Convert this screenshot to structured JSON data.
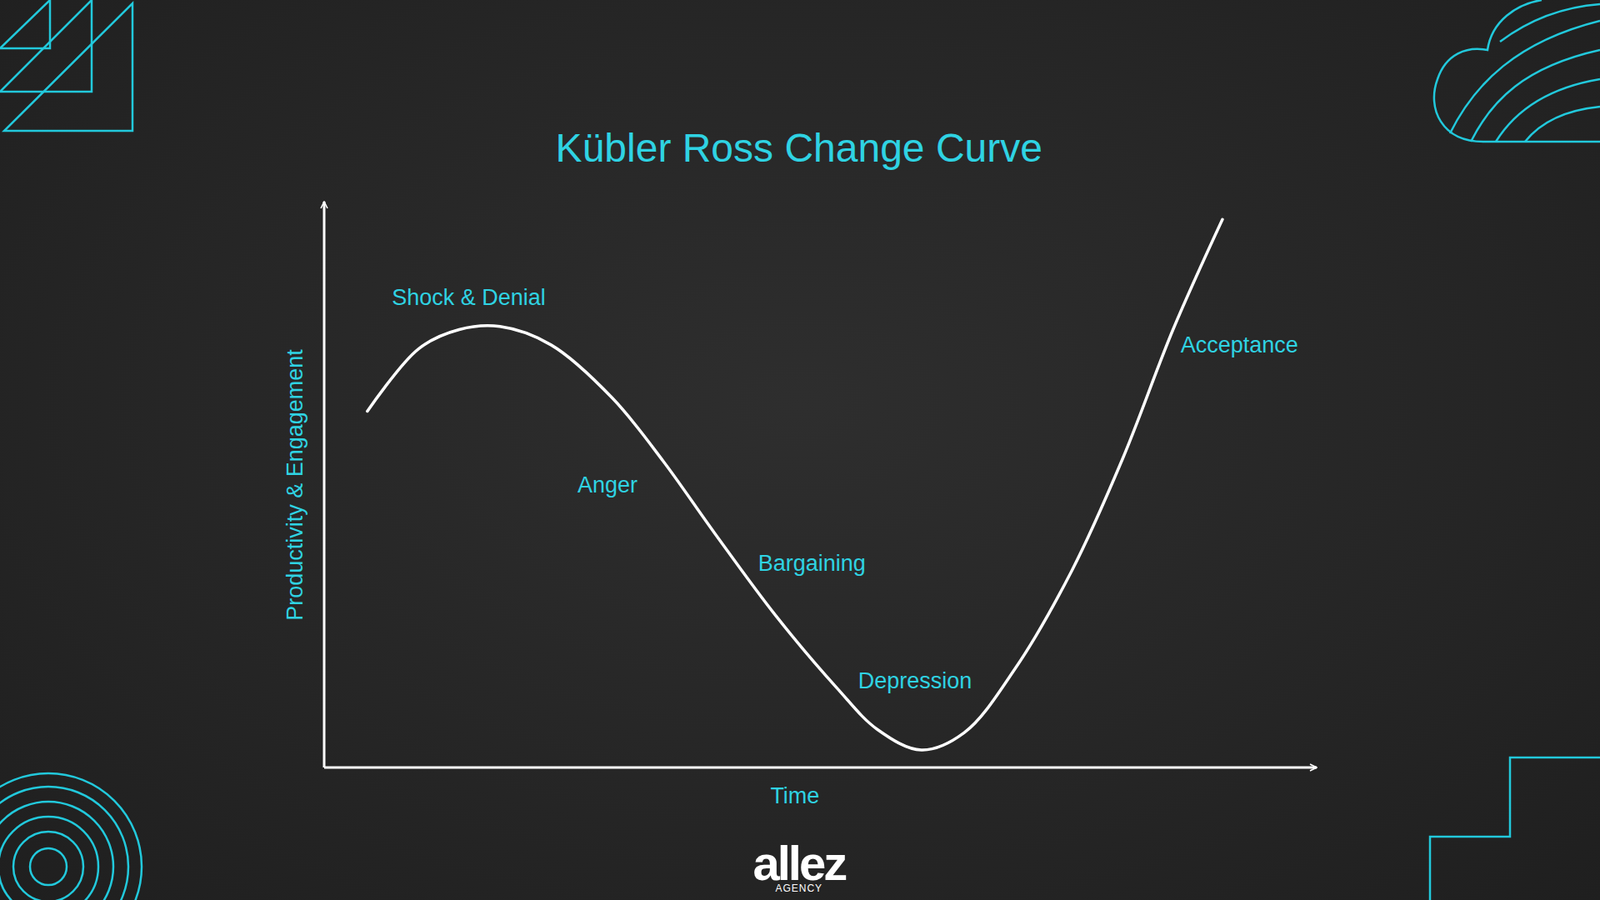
{
  "diagram": {
    "title": "Kübler Ross Change Curve",
    "labels": [
      "Shock & Denial",
      "Anger",
      "Bargaining",
      "Depression",
      "Acceptance",
      "Productivity & Engagement",
      "Time",
      "allez",
      "AGENCY"
    ]
  }
}
